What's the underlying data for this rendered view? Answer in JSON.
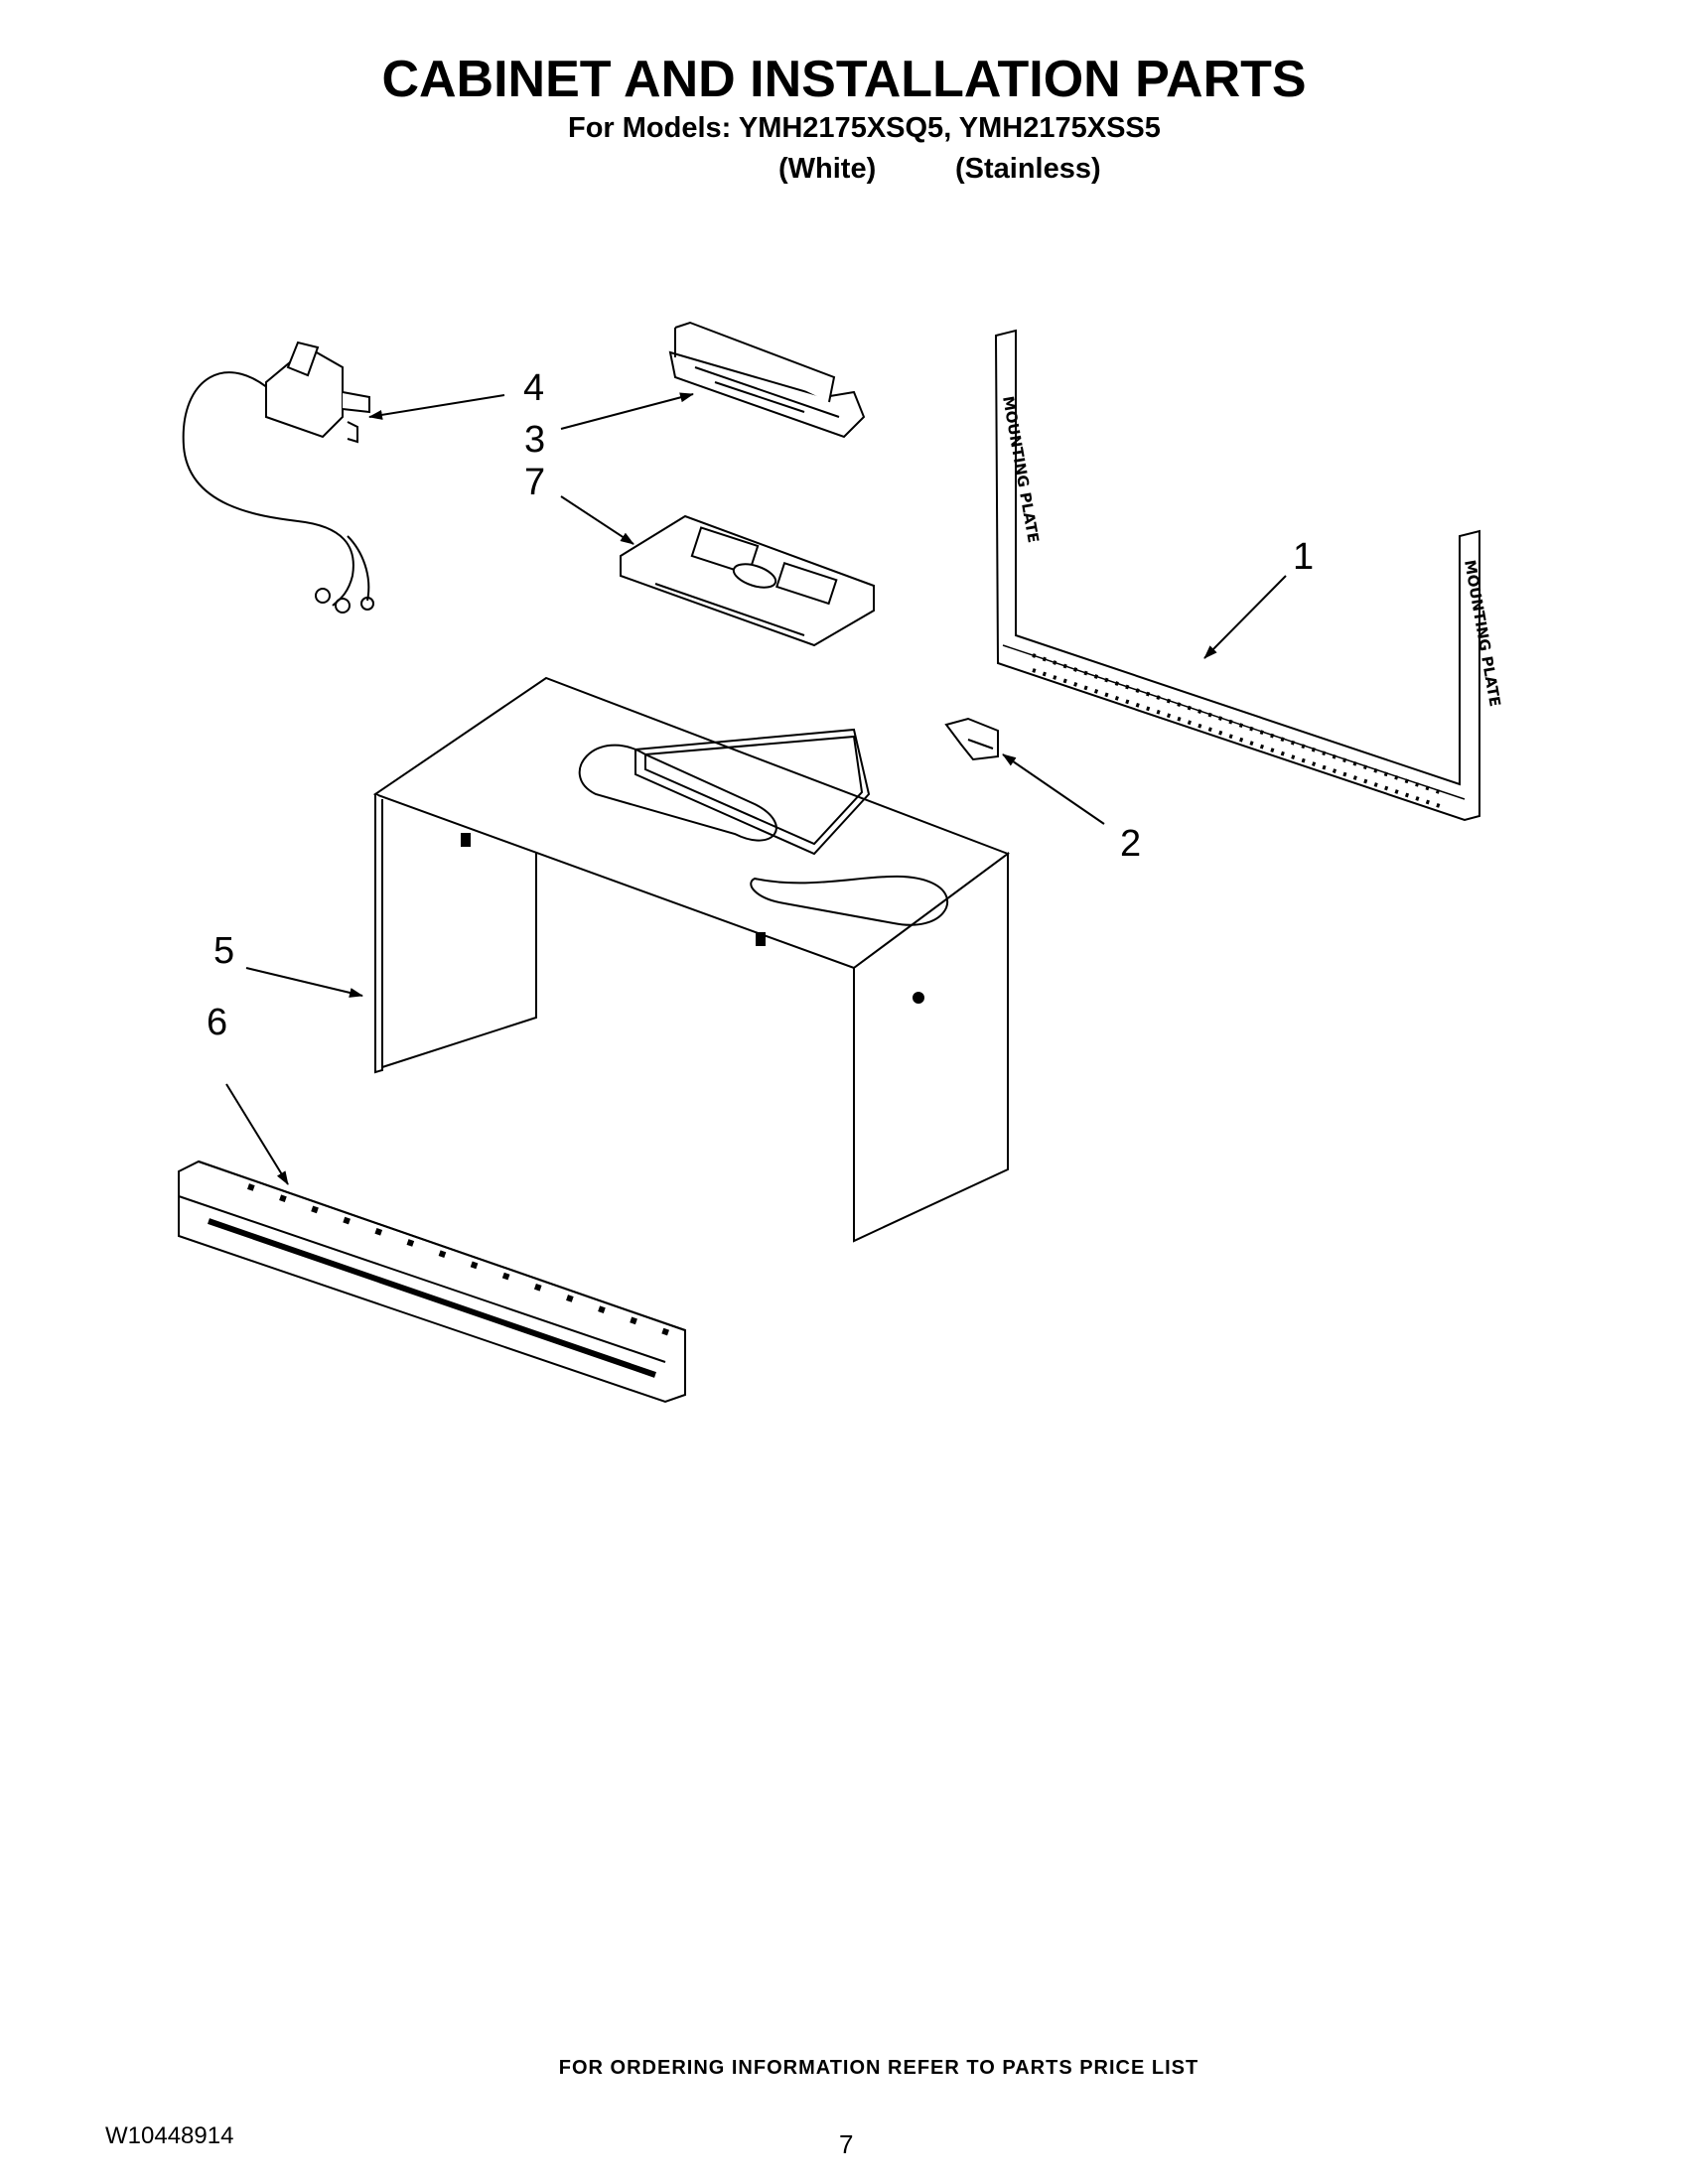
{
  "header": {
    "title": "CABINET AND INSTALLATION PARTS",
    "models_line": "For Models: YMH2175XSQ5, YMH2175XSS5",
    "color_white": "(White)",
    "color_stainless": "(Stainless)"
  },
  "callouts": [
    "1",
    "2",
    "3",
    "4",
    "5",
    "6",
    "7"
  ],
  "plate_text": "MOUNTING PLATE",
  "footer": {
    "ordering_note": "FOR ORDERING INFORMATION REFER TO PARTS PRICE LIST",
    "document_number": "W10448914",
    "page_number": "7"
  }
}
